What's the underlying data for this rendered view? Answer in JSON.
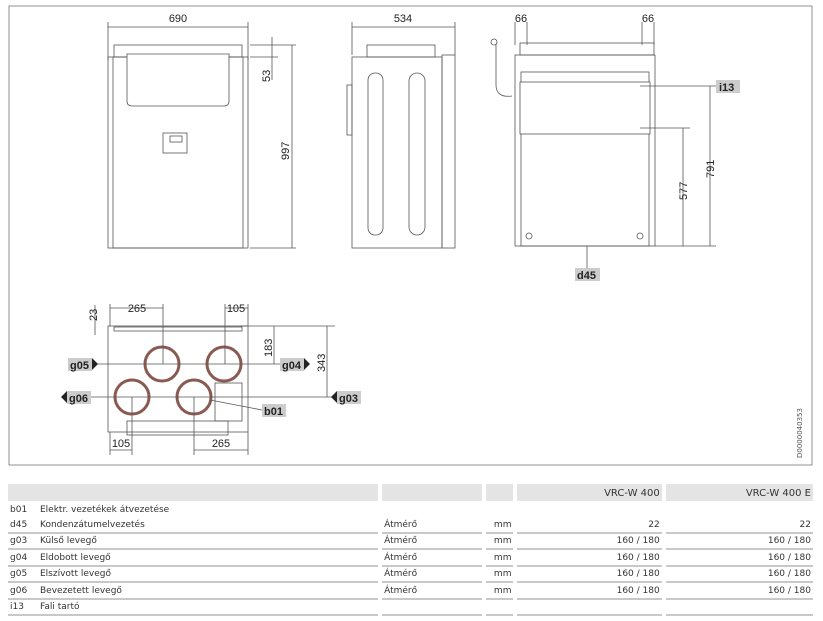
{
  "drawing": {
    "dims": {
      "front_width": "690",
      "top_offset": "53",
      "height": "997",
      "side_width": "534",
      "back_left": "66",
      "back_right": "66",
      "bracket_height": "791",
      "bracket_lower": "577",
      "bottom_a": "265",
      "bottom_b": "105",
      "bottom_side": "23",
      "bottom_c": "183",
      "bottom_d": "343",
      "bottom_e": "105",
      "bottom_f": "265"
    },
    "tags": {
      "i13": "i13",
      "d45": "d45",
      "g05": "g05",
      "g04": "g04",
      "g06": "g06",
      "g03": "g03",
      "b01": "b01"
    },
    "doc_code": "D0000040353"
  },
  "table": {
    "headers": [
      "",
      "",
      "",
      "VRC-W 400",
      "VRC-W 400 E"
    ],
    "rows": [
      {
        "code": "b01",
        "name": "Elektr. vezetékek átvezetése",
        "param": "",
        "unit": "",
        "v1": "",
        "v2": ""
      },
      {
        "code": "d45",
        "name": "Kondenzátumelvezetés",
        "param": "Átmérő",
        "unit": "mm",
        "v1": "22",
        "v2": "22"
      },
      {
        "code": "g03",
        "name": "Külső levegő",
        "param": "Átmérő",
        "unit": "mm",
        "v1": "160 / 180",
        "v2": "160 / 180"
      },
      {
        "code": "g04",
        "name": "Eldobott levegő",
        "param": "Átmérő",
        "unit": "mm",
        "v1": "160 / 180",
        "v2": "160 / 180"
      },
      {
        "code": "g05",
        "name": "Elszívott levegő",
        "param": "Átmérő",
        "unit": "mm",
        "v1": "160 / 180",
        "v2": "160 / 180"
      },
      {
        "code": "g06",
        "name": "Bevezetett levegő",
        "param": "Átmérő",
        "unit": "mm",
        "v1": "160 / 180",
        "v2": "160 / 180"
      },
      {
        "code": "i13",
        "name": "Fali tartó",
        "param": "",
        "unit": "",
        "v1": "",
        "v2": ""
      }
    ]
  }
}
